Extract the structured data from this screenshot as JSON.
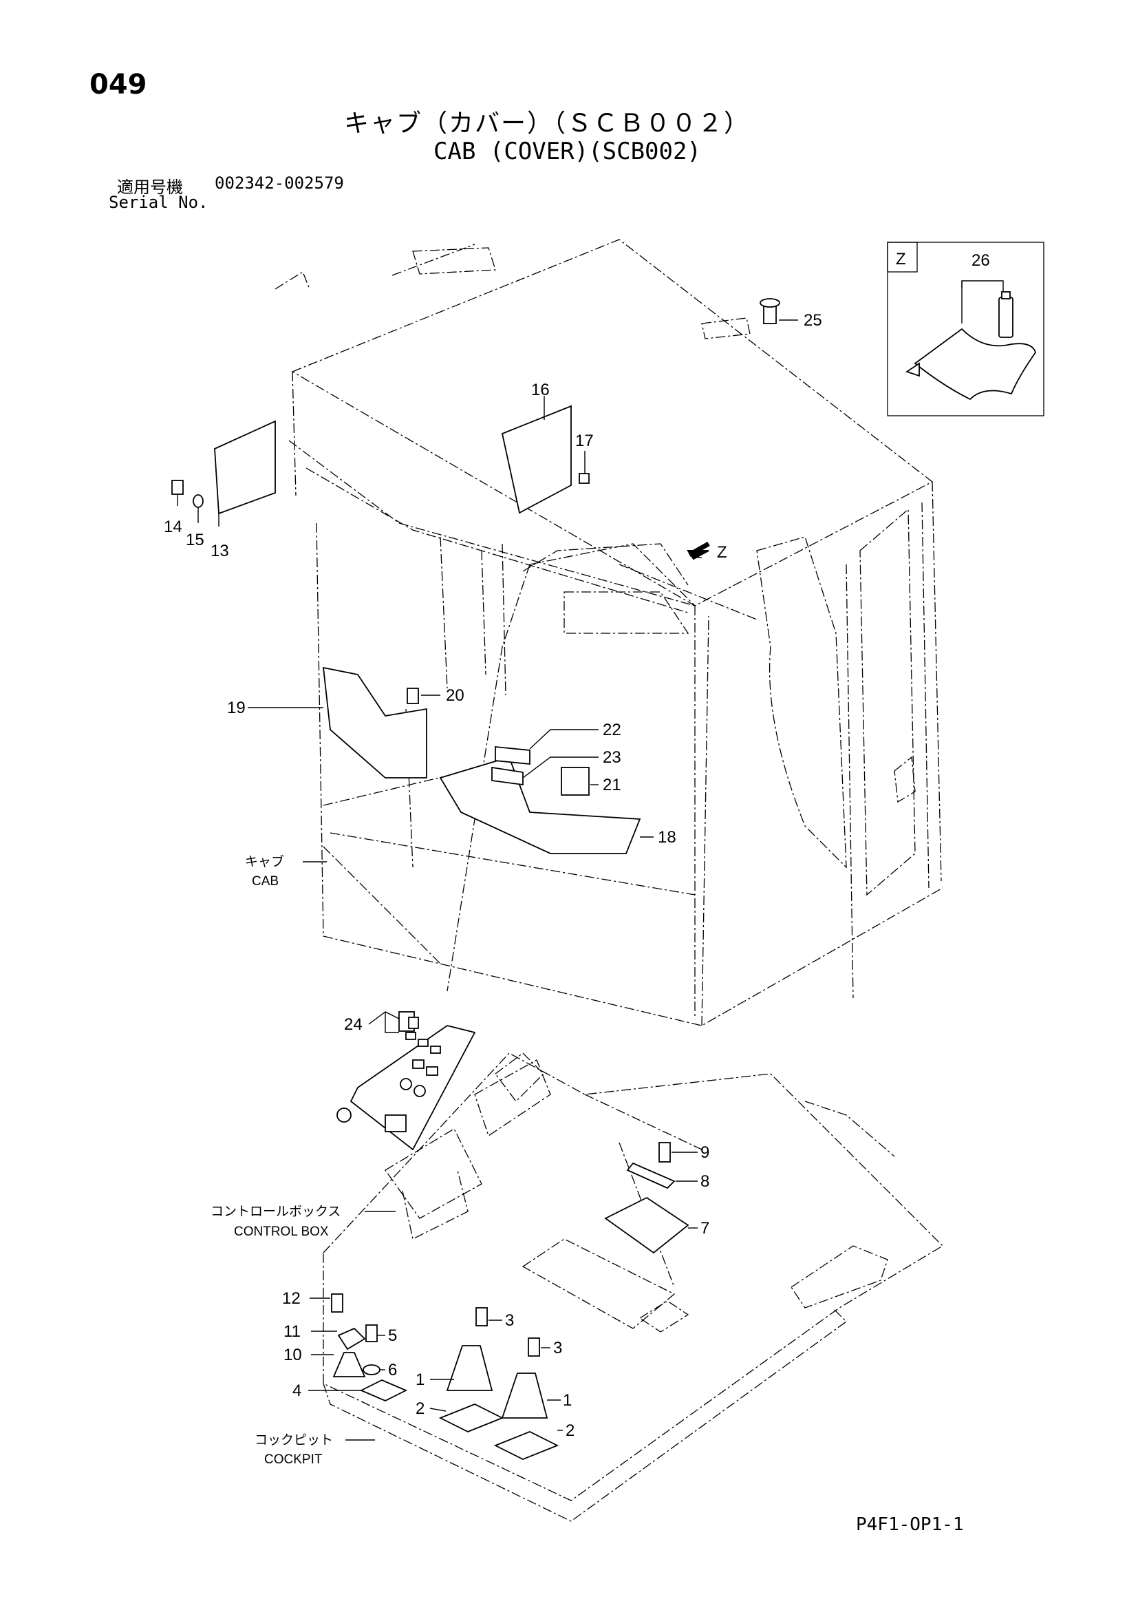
{
  "header": {
    "page_number": "049",
    "title_jp": "キャブ（カバー）（ＳＣＢ００２）",
    "title_en": "CAB (COVER)(SCB002)",
    "serial_label_jp": "適用号機",
    "serial_range": "002342-002579",
    "serial_label_en": "Serial No."
  },
  "detail_view": {
    "label": "Z",
    "part": "26"
  },
  "callouts": {
    "c1a": "1",
    "c1b": "1",
    "c2a": "2",
    "c2b": "2",
    "c3a": "3",
    "c3b": "3",
    "c4": "4",
    "c5": "5",
    "c6": "6",
    "c7": "7",
    "c8": "8",
    "c9": "9",
    "c10": "10",
    "c11": "11",
    "c12": "12",
    "c13": "13",
    "c14": "14",
    "c15": "15",
    "c16": "16",
    "c17": "17",
    "c18": "18",
    "c19": "19",
    "c20": "20",
    "c21": "21",
    "c22": "22",
    "c23": "23",
    "c24": "24",
    "c25": "25",
    "view_arrow": "Z"
  },
  "area_labels": {
    "cab_jp": "キャブ",
    "cab_en": "CAB",
    "control_box_jp": "コントロールボックス",
    "control_box_en": "CONTROL BOX",
    "cockpit_jp": "コックピット",
    "cockpit_en": "COCKPIT"
  },
  "footer": {
    "drawing_code": "P4F1-OP1-1"
  }
}
